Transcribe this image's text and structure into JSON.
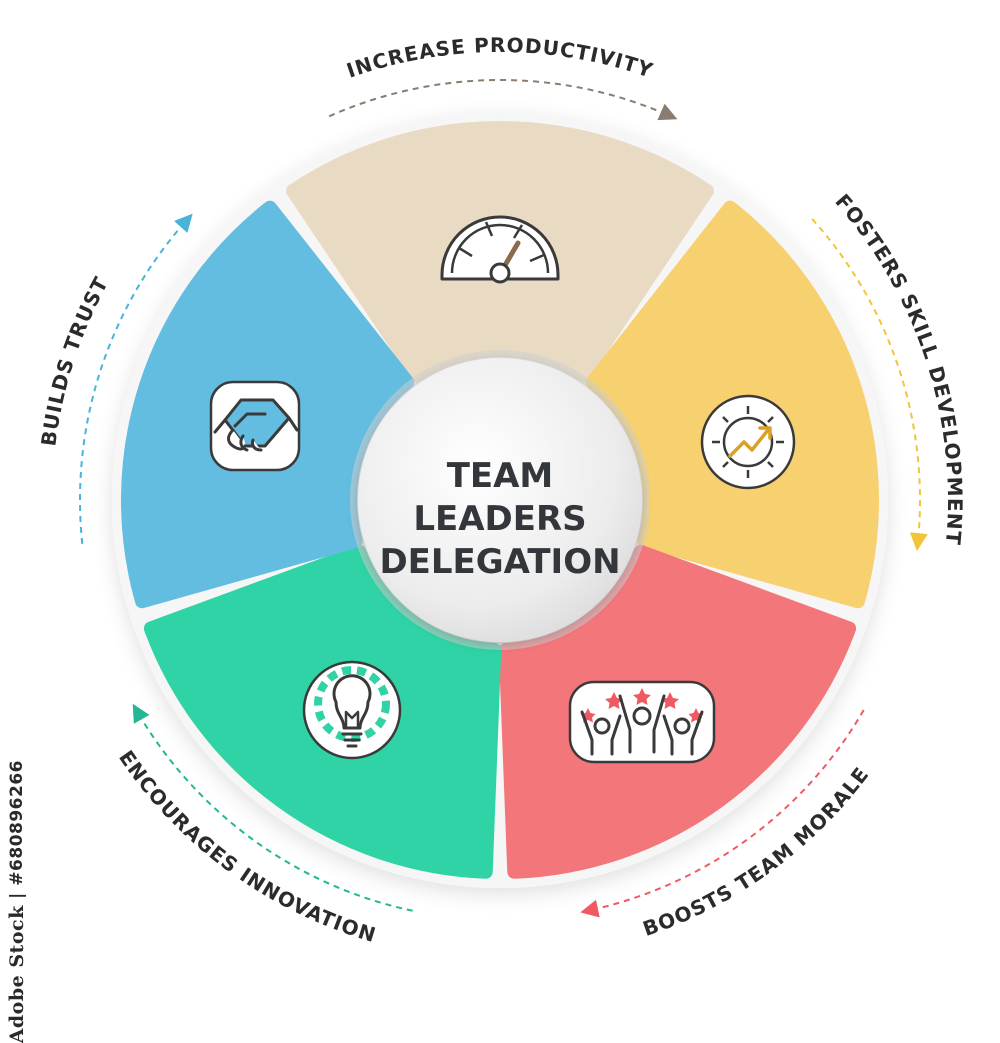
{
  "center": {
    "lines": [
      "TEAM",
      "LEADERS",
      "DELEGATION"
    ]
  },
  "segments": [
    {
      "id": "productivity",
      "label": "INCREASE PRODUCTIVITY",
      "color": "#e9dbc3",
      "icon": "gauge-icon",
      "arrow_color": "#8a7d70"
    },
    {
      "id": "skill",
      "label": "FOSTERS SKILL DEVELOPMENT",
      "color": "#f7d06f",
      "icon": "gear-growth-icon",
      "arrow_color": "#f2c437"
    },
    {
      "id": "morale",
      "label": "BOOSTS TEAM MORALE",
      "color": "#f3767a",
      "icon": "cheering-team-icon",
      "arrow_color": "#ef5a62"
    },
    {
      "id": "innovation",
      "label": "ENCOURAGES INNOVATION",
      "color": "#2fd3a5",
      "icon": "lightbulb-gear-icon",
      "arrow_color": "#22b795"
    },
    {
      "id": "trust",
      "label": "BUILDS TRUST",
      "color": "#62bde0",
      "icon": "handshake-icon",
      "arrow_color": "#49b4d8"
    }
  ],
  "watermark": {
    "logo": "Adobe Stock",
    "separator": "|",
    "number": "#680896266"
  }
}
